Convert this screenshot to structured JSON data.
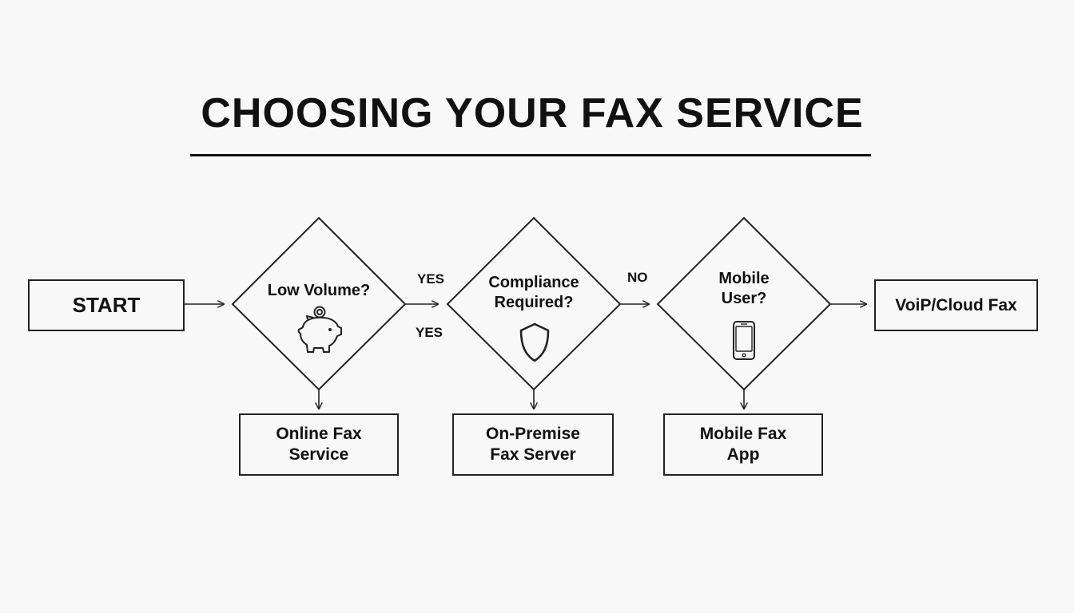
{
  "title": "CHOOSING YOUR FAX SERVICE",
  "nodes": {
    "start": {
      "label": "START"
    },
    "low_volume": {
      "label": "Low Volume?",
      "icon": "piggy-bank-icon"
    },
    "compliance": {
      "line1": "Compliance",
      "line2": "Required?",
      "icon": "shield-icon"
    },
    "mobile": {
      "line1": "Mobile",
      "line2": "User?",
      "icon": "smartphone-icon"
    },
    "voip": {
      "label": "VoiP/Cloud Fax"
    },
    "online": {
      "line1": "Online Fax",
      "line2": "Service"
    },
    "onprem": {
      "line1": "On-Premise",
      "line2": "Fax Server"
    },
    "mobile_app": {
      "line1": "Mobile Fax",
      "line2": "App"
    }
  },
  "edge_labels": {
    "yes_top": "YES",
    "yes_bottom": "YES",
    "no": "NO"
  },
  "colors": {
    "stroke": "#222222",
    "text": "#111111",
    "background": "#f8f8f8"
  }
}
